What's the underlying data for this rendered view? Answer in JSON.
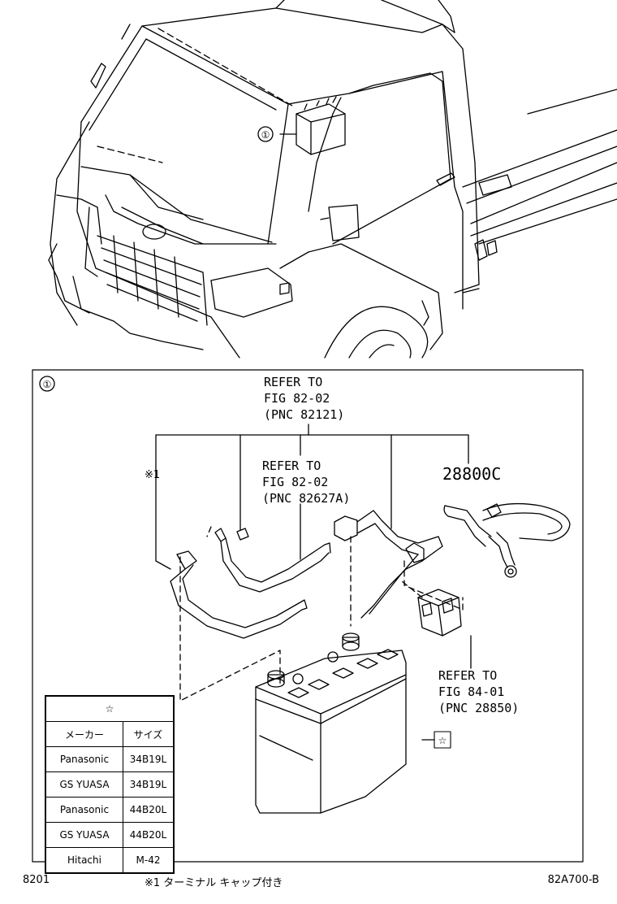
{
  "callout_number": "①",
  "refer_top": {
    "line1": "REFER TO",
    "line2": "FIG 82-02",
    "line3": "(PNC 82121)"
  },
  "refer_mid": {
    "line1": "REFER TO",
    "line2": "FIG 82-02",
    "line3": "(PNC 82627A)"
  },
  "refer_bottom": {
    "line1": "REFER TO",
    "line2": "FIG 84-01",
    "line3": "(PNC 28850)"
  },
  "part_28800c": "28800C",
  "note_marker": "※1",
  "star_label": "☆",
  "battery_table": {
    "title": "☆",
    "headers": [
      "メーカー",
      "サイズ"
    ],
    "rows": [
      [
        "Panasonic",
        "34B19L"
      ],
      [
        "GS YUASA",
        "34B19L"
      ],
      [
        "Panasonic",
        "44B20L"
      ],
      [
        "GS YUASA",
        "44B20L"
      ],
      [
        "Hitachi",
        "M-42"
      ]
    ]
  },
  "footer": {
    "left": "8201",
    "center": "※1 ターミナル キャップ付き",
    "right": "82A700-B"
  }
}
